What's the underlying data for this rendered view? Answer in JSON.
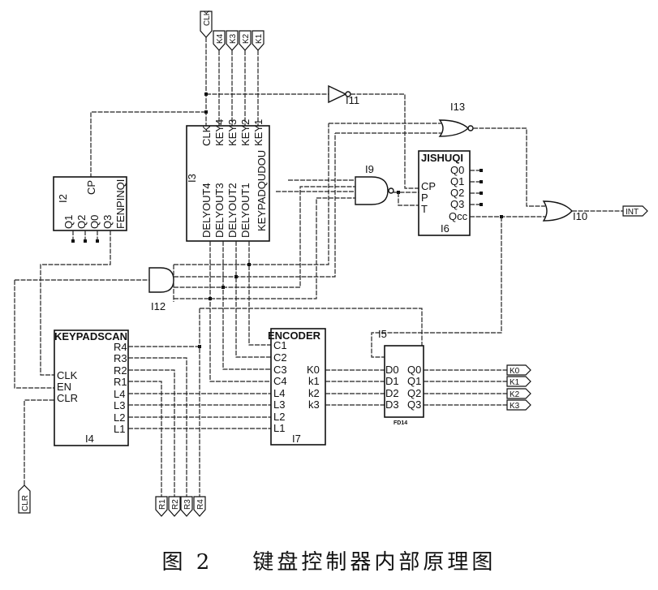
{
  "caption": {
    "figure_label": "图 2",
    "text": "键盘控制器内部原理图"
  },
  "blocks": {
    "keypadqudou": {
      "instance": "I3",
      "name": "KEYPADQUDOU",
      "inputs": [
        "CLK",
        "KEY4",
        "KEY3",
        "KEY2",
        "KEY1"
      ],
      "outputs": [
        "DELYOUT4",
        "DELYOUT3",
        "DELYOUT2",
        "DELYOUT1"
      ]
    },
    "fenpinqi": {
      "instance": "I2",
      "name": "FENPINQI",
      "inputs": [
        "CP"
      ],
      "outputs": [
        "Q1",
        "Q2",
        "Q0",
        "Q3"
      ]
    },
    "jishuqi": {
      "instance": "I6",
      "name": "JISHUQI",
      "inputs": [
        "CP",
        "P",
        "T"
      ],
      "outputs": [
        "Q0",
        "Q1",
        "Q2",
        "Q3",
        "Qcc"
      ]
    },
    "keypadscan": {
      "instance": "I4",
      "name": "KEYPADSCAN",
      "inputs": [
        "CLK",
        "EN",
        "CLR"
      ],
      "outputs": [
        "R4",
        "R3",
        "R2",
        "R1",
        "L4",
        "L3",
        "L2",
        "L1"
      ]
    },
    "encoder": {
      "instance": "I7",
      "name": "ENCODER",
      "inputs": [
        "C1",
        "C2",
        "C3",
        "C4",
        "L4",
        "L3",
        "L2",
        "L1"
      ],
      "outputs": [
        "K0",
        "k1",
        "k2",
        "k3"
      ]
    },
    "fd14": {
      "instance": "I5",
      "name": "FD14",
      "inputs": [
        "D0",
        "D1",
        "D2",
        "D3"
      ],
      "outputs": [
        "Q0",
        "Q1",
        "Q2",
        "Q3"
      ]
    }
  },
  "gates": {
    "not_i11": {
      "instance": "I11",
      "type": "NOT"
    },
    "nor_i13": {
      "instance": "I13",
      "type": "NOR"
    },
    "nand_i9": {
      "instance": "I9",
      "type": "NAND"
    },
    "or_i10": {
      "instance": "I10",
      "type": "OR"
    },
    "and_i12": {
      "instance": "I12",
      "type": "AND"
    }
  },
  "ports": {
    "top_clk": "CLK",
    "top_keys": [
      "K4",
      "K3",
      "K2",
      "K1"
    ],
    "bottom_clr": "CLR",
    "bottom_rows": [
      "R1",
      "R2",
      "R3",
      "R4"
    ],
    "int_out": "INT",
    "k_outs": [
      "K0",
      "K1",
      "K2",
      "K3"
    ]
  }
}
